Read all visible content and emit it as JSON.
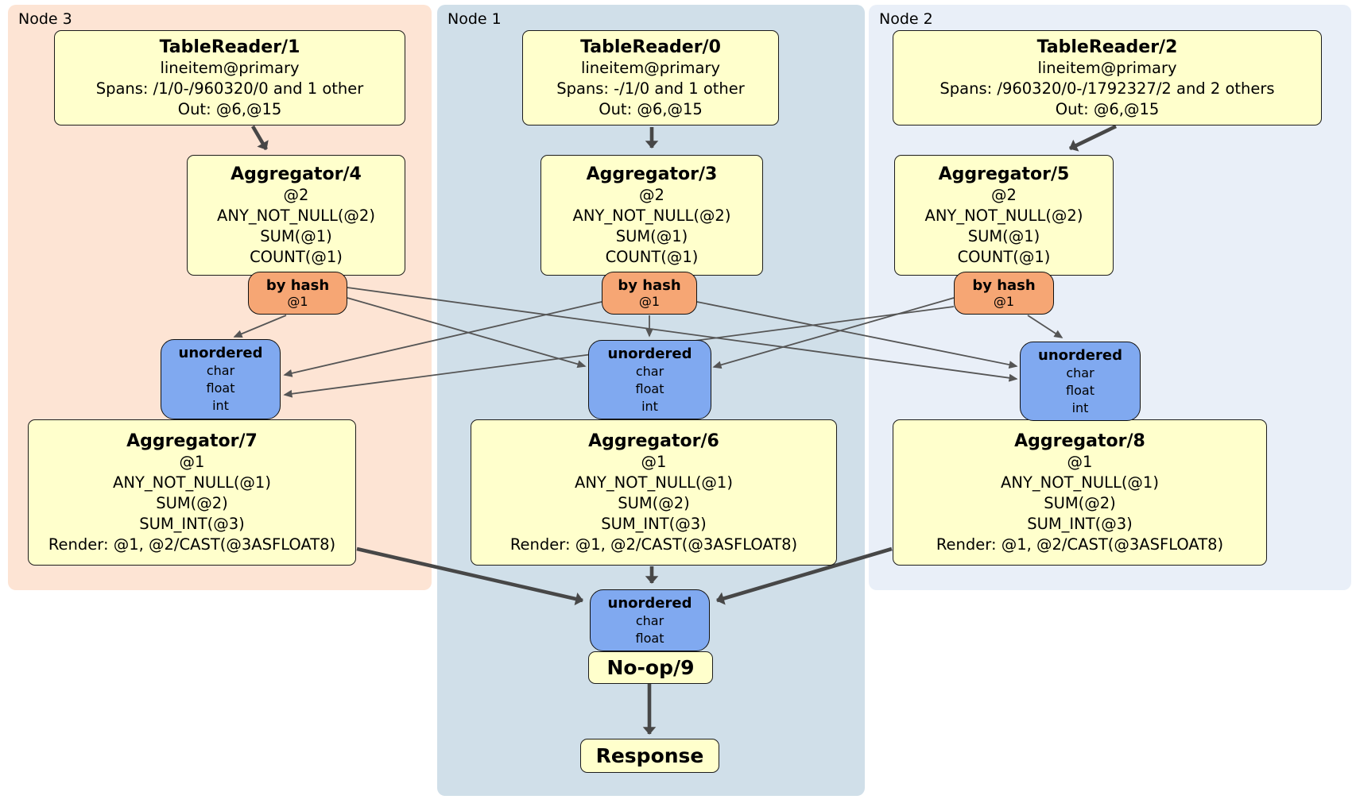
{
  "regions": {
    "node3": {
      "label": "Node 3",
      "bg": "#fde4d4"
    },
    "node1": {
      "label": "Node 1",
      "bg": "#d0dfe9"
    },
    "node2": {
      "label": "Node 2",
      "bg": "#e9eff8"
    }
  },
  "boxes": {
    "tr1": {
      "title": "TableReader/1",
      "lines": [
        "lineitem@primary",
        "Spans: /1/0-/960320/0 and 1 other",
        "Out: @6,@15"
      ]
    },
    "tr0": {
      "title": "TableReader/0",
      "lines": [
        "lineitem@primary",
        "Spans: -/1/0 and 1 other",
        "Out: @6,@15"
      ]
    },
    "tr2": {
      "title": "TableReader/2",
      "lines": [
        "lineitem@primary",
        "Spans: /960320/0-/1792327/2 and 2 others",
        "Out: @6,@15"
      ]
    },
    "agg4": {
      "title": "Aggregator/4",
      "lines": [
        "@2",
        "ANY_NOT_NULL(@2)",
        "SUM(@1)",
        "COUNT(@1)"
      ]
    },
    "agg3": {
      "title": "Aggregator/3",
      "lines": [
        "@2",
        "ANY_NOT_NULL(@2)",
        "SUM(@1)",
        "COUNT(@1)"
      ]
    },
    "agg5": {
      "title": "Aggregator/5",
      "lines": [
        "@2",
        "ANY_NOT_NULL(@2)",
        "SUM(@1)",
        "COUNT(@1)"
      ]
    },
    "agg7": {
      "title": "Aggregator/7",
      "lines": [
        "@1",
        "ANY_NOT_NULL(@1)",
        "SUM(@2)",
        "SUM_INT(@3)",
        "Render: @1, @2/CAST(@3ASFLOAT8)"
      ]
    },
    "agg6": {
      "title": "Aggregator/6",
      "lines": [
        "@1",
        "ANY_NOT_NULL(@1)",
        "SUM(@2)",
        "SUM_INT(@3)",
        "Render: @1, @2/CAST(@3ASFLOAT8)"
      ]
    },
    "agg8": {
      "title": "Aggregator/8",
      "lines": [
        "@1",
        "ANY_NOT_NULL(@1)",
        "SUM(@2)",
        "SUM_INT(@3)",
        "Render: @1, @2/CAST(@3ASFLOAT8)"
      ]
    },
    "hash3": {
      "title": "by hash",
      "sub": "@1"
    },
    "hash1": {
      "title": "by hash",
      "sub": "@1"
    },
    "hash2": {
      "title": "by hash",
      "sub": "@1"
    },
    "sync3": {
      "title": "unordered",
      "lines": [
        "char",
        "float",
        "int"
      ]
    },
    "sync1": {
      "title": "unordered",
      "lines": [
        "char",
        "float",
        "int"
      ]
    },
    "sync2": {
      "title": "unordered",
      "lines": [
        "char",
        "float",
        "int"
      ]
    },
    "sync_final": {
      "title": "unordered",
      "lines": [
        "char",
        "float"
      ]
    },
    "noop": {
      "title": "No-op/9"
    },
    "response": {
      "title": "Response"
    }
  },
  "colors": {
    "node3_bg": "#fde4d4",
    "node1_bg": "#d0dfe9",
    "node2_bg": "#e9eff8",
    "processor_bg": "#ffffcc",
    "router_bg": "#f6a674",
    "sync_bg": "#80a9f0",
    "edge_thin": "#555555",
    "edge_thick": "#474747"
  }
}
